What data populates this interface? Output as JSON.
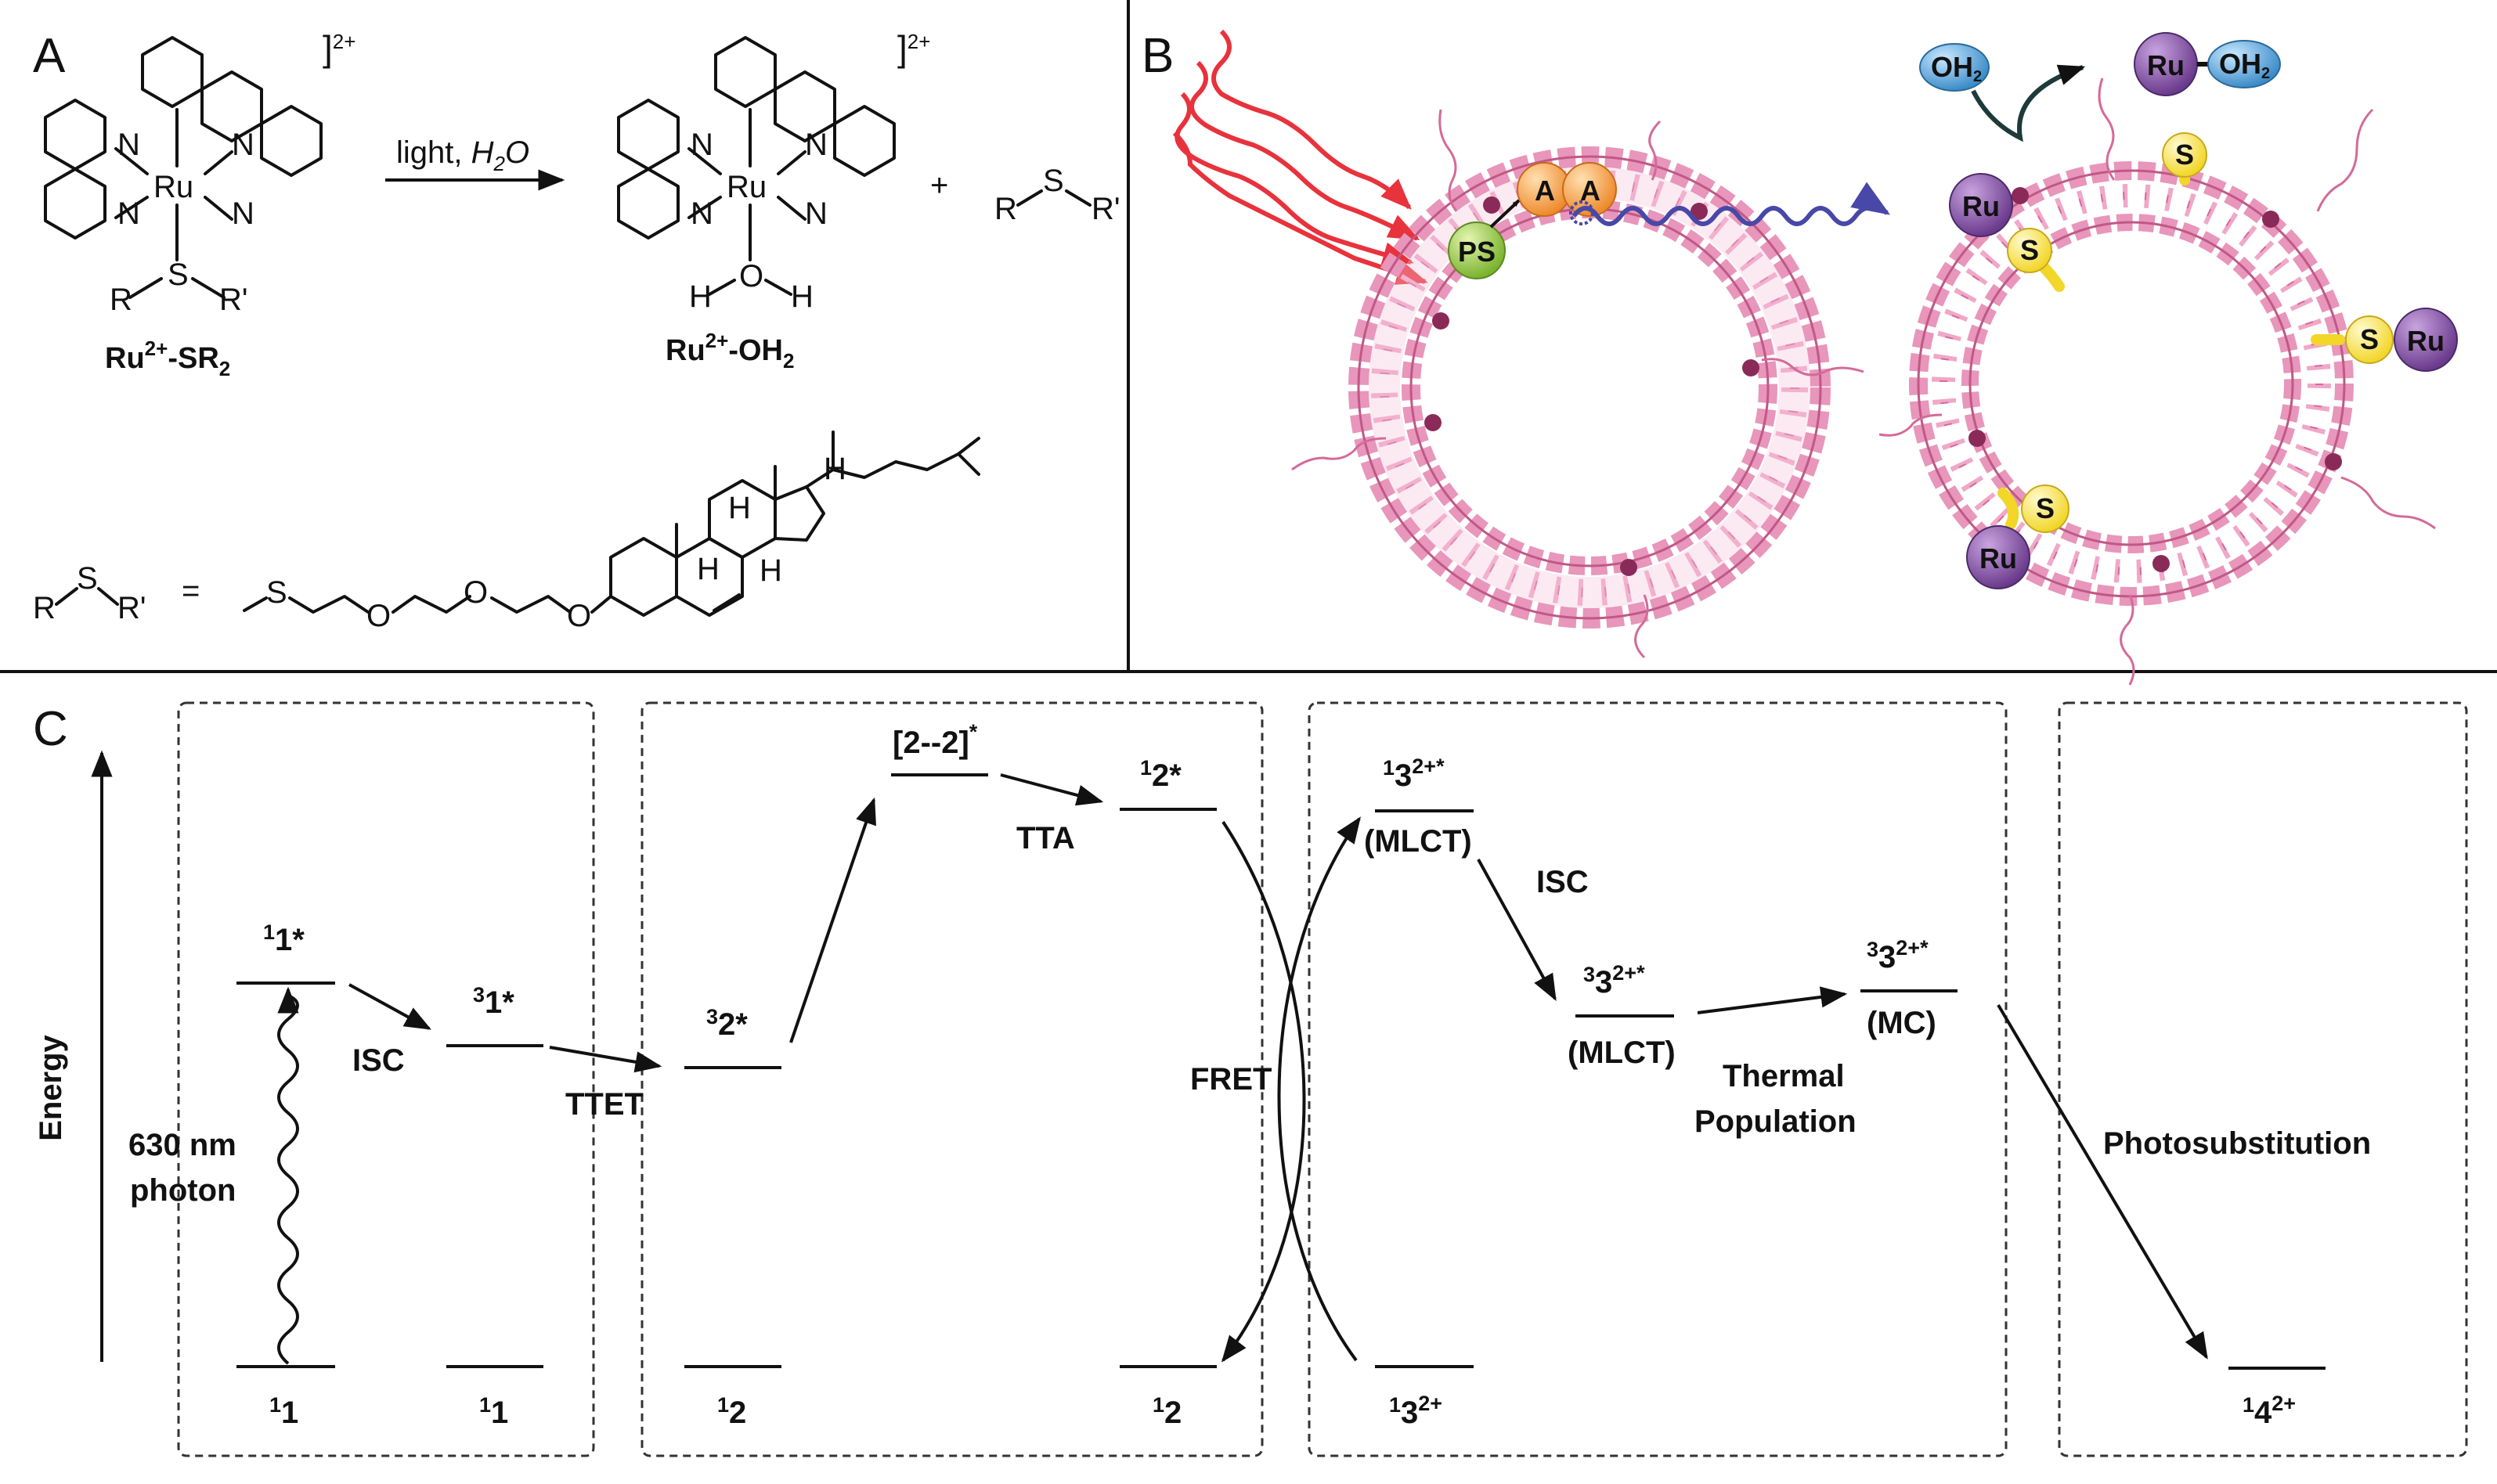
{
  "panels": {
    "a": "A",
    "b": "B",
    "c": "C"
  },
  "panel_a": {
    "charge": "2+",
    "arrow_label": "light, ",
    "arrow_label_h2o": "H",
    "arrow_label_h2o_sub": "2",
    "arrow_label_h2o_end": "O",
    "plus": "+",
    "reactant_label": "Ru",
    "reactant_label_sup": "2+",
    "reactant_label_end": "-SR",
    "reactant_label_sub": "2",
    "product_label": "Ru",
    "product_label_sup": "2+",
    "product_label_end": "-OH",
    "product_label_sub": "2",
    "atom_N": "N",
    "atom_Ru": "Ru",
    "atom_S": "S",
    "atom_O": "O",
    "atom_H": "H",
    "atom_R": "R",
    "atom_Rp": "R'",
    "equals": "=",
    "thioether_left": "R",
    "thioether_S": "S",
    "thioether_right": "R'"
  },
  "panel_b": {
    "photosensitizer": "PS",
    "annihilator": "A",
    "ru": "Ru",
    "sulfur": "S",
    "water": "OH",
    "water_sub": "2",
    "product_ru": "Ru",
    "product_oh2": "OH",
    "product_oh2_sub": "2",
    "colors": {
      "membrane": "#d46a99",
      "lipid_head": "#f0a8c8",
      "light": "#e8323c",
      "upconverted": "#4848a8",
      "ps_ball": "#8cc63f",
      "annihilator_ball": "#f5a04a",
      "ru_ball": "#7a4a9a",
      "s_ball": "#f8e44a",
      "oh2_ball": "#4aa0d8"
    }
  },
  "panel_c": {
    "axis_label": "Energy",
    "photon_label_1": "630 nm",
    "photon_label_2": "photon",
    "isc_1": "ISC",
    "ttet": "TTET",
    "tta": "TTA",
    "fret": "FRET",
    "isc_2": "ISC",
    "thermal_1": "Thermal",
    "thermal_2": "Population",
    "photosubstitution": "Photosubstitution",
    "levels": {
      "s1_star": {
        "sup": "1",
        "main": "1*"
      },
      "t1_star": {
        "sup": "3",
        "main": "1*"
      },
      "t2_star": {
        "sup": "3",
        "main": "2*"
      },
      "dimer": {
        "main": "[2--2]",
        "sup_after": "*"
      },
      "s2_star": {
        "sup": "1",
        "main": "2*"
      },
      "s3_star": {
        "sup": "1",
        "main": "3",
        "sup_after": "2+*"
      },
      "s3_star_note": "(MLCT)",
      "t3_mlct": {
        "sup": "3",
        "main": "3",
        "sup_after": "2+*"
      },
      "t3_mlct_note": "(MLCT)",
      "t3_mc": {
        "sup": "3",
        "main": "3",
        "sup_after": "2+*"
      },
      "t3_mc_note": "(MC)",
      "g1a": {
        "sup": "1",
        "main": "1"
      },
      "g1b": {
        "sup": "1",
        "main": "1"
      },
      "g2a": {
        "sup": "1",
        "main": "2"
      },
      "g2b": {
        "sup": "1",
        "main": "2"
      },
      "g3": {
        "sup": "1",
        "main": "3",
        "sup_after": "2+"
      },
      "g4": {
        "sup": "1",
        "main": "4",
        "sup_after": "2+"
      }
    }
  }
}
